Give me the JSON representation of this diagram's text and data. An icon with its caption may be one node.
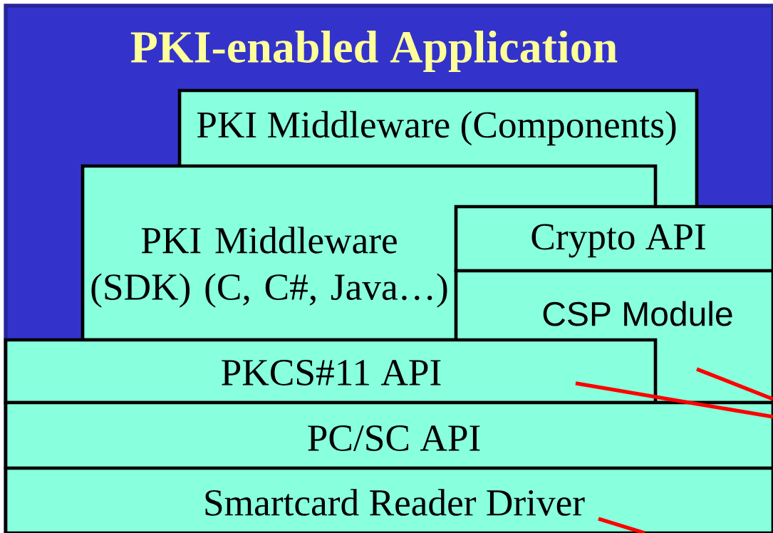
{
  "diagram": {
    "nodes": [
      {
        "text": [
          "PKI-enabled Application"
        ]
      },
      {
        "text": [
          "PKI Middleware (Components)"
        ],
        "in": 0
      },
      {
        "text": [
          "PKI Middleware (SDK) (C, C#, Java…)"
        ],
        "in": 0
      },
      {
        "text": [
          "Crypto API"
        ],
        "in": 0
      },
      {
        "text": [
          "CSP Module"
        ],
        "in": 0
      },
      {
        "text": [
          "PKCS#11 API"
        ],
        "in": 0
      },
      {
        "text": [
          "PC/SC API"
        ],
        "in": 0
      },
      {
        "text": [
          "Smartcard Reader Driver"
        ],
        "in": 0
      }
    ]
  }
}
